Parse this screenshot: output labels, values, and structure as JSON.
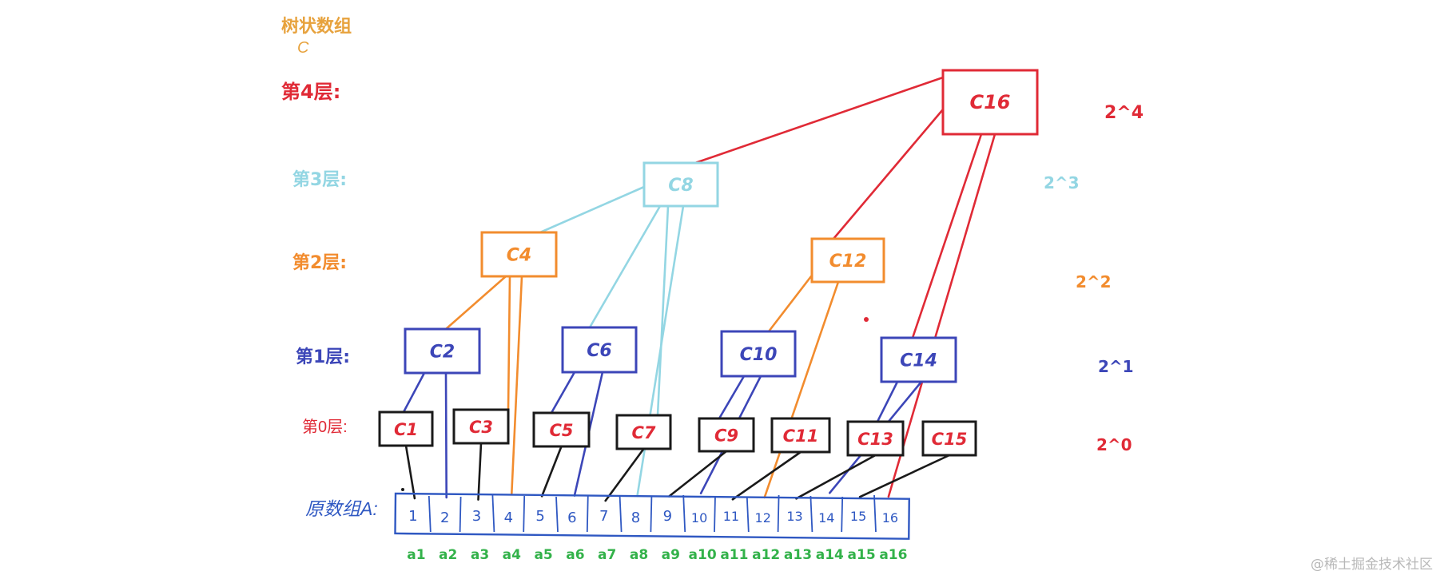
{
  "title": {
    "line1": "树状数组",
    "line2": "C"
  },
  "colors": {
    "level4": "#e02a36",
    "level3": "#93d6e3",
    "level2": "#f28c2e",
    "level1": "#3c46b8",
    "level0": "#e02a36",
    "leafbox": "#1a1a1a",
    "array": "#2f58c2",
    "alabel": "#33b24a",
    "title": "#e7a23d"
  },
  "levels": [
    {
      "label": "第4层:",
      "power": "2^4",
      "color": "#e02a36"
    },
    {
      "label": "第3层:",
      "power": "2^3",
      "color": "#93d6e3"
    },
    {
      "label": "第2层:",
      "power": "2^2",
      "color": "#f28c2e"
    },
    {
      "label": "第1层:",
      "power": "2^1",
      "color": "#3c46b8"
    },
    {
      "label": "第0层:",
      "power": "2^0",
      "color": "#e02a36"
    }
  ],
  "nodes": [
    {
      "id": "C16",
      "label": "C16",
      "level": 4
    },
    {
      "id": "C8",
      "label": "C8",
      "level": 3
    },
    {
      "id": "C4",
      "label": "C4",
      "level": 2
    },
    {
      "id": "C12",
      "label": "C12",
      "level": 2
    },
    {
      "id": "C2",
      "label": "C2",
      "level": 1
    },
    {
      "id": "C6",
      "label": "C6",
      "level": 1
    },
    {
      "id": "C10",
      "label": "C10",
      "level": 1
    },
    {
      "id": "C14",
      "label": "C14",
      "level": 1
    },
    {
      "id": "C1",
      "label": "C1",
      "level": 0
    },
    {
      "id": "C3",
      "label": "C3",
      "level": 0
    },
    {
      "id": "C5",
      "label": "C5",
      "level": 0
    },
    {
      "id": "C7",
      "label": "C7",
      "level": 0
    },
    {
      "id": "C9",
      "label": "C9",
      "level": 0
    },
    {
      "id": "C11",
      "label": "C11",
      "level": 0
    },
    {
      "id": "C13",
      "label": "C13",
      "level": 0
    },
    {
      "id": "C15",
      "label": "C15",
      "level": 0
    }
  ],
  "array_label": "原数组A:",
  "array_cells": [
    "1",
    "2",
    "3",
    "4",
    "5",
    "6",
    "7",
    "8",
    "9",
    "10",
    "11",
    "12",
    "13",
    "14",
    "15",
    "16"
  ],
  "a_labels": [
    "a1",
    "a2",
    "a3",
    "a4",
    "a5",
    "a6",
    "a7",
    "a8",
    "a9",
    "a10",
    "a11",
    "a12",
    "a13",
    "a14",
    "a15",
    "a16"
  ],
  "watermark": "@稀土掘金技术社区"
}
